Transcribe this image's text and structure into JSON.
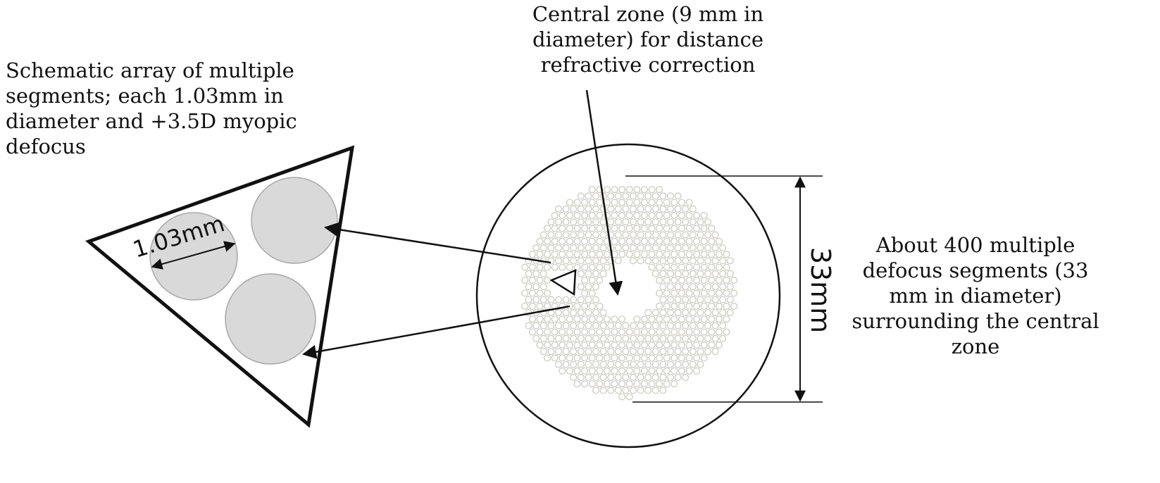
{
  "annotations": {
    "segments_array": [
      "Schematic array of multiple",
      "segments; each 1.03mm in",
      "diameter and +3.5D myopic",
      "defocus"
    ],
    "central_zone": [
      "Central zone (9 mm in",
      "diameter) for distance",
      "refractive correction"
    ],
    "defocus_segments": [
      "About 400 multiple",
      "defocus segments (33",
      "mm in diameter)",
      "surrounding the central",
      "zone"
    ]
  },
  "dimensions": {
    "segment_diameter": "1.03mm",
    "zone_diameter": "33mm"
  },
  "colors": {
    "stroke": "#111111",
    "segment_fill": "#d9d9d9",
    "segment_stroke": "#a8a8a8",
    "lenslet_stroke": "#c8c8bd"
  }
}
